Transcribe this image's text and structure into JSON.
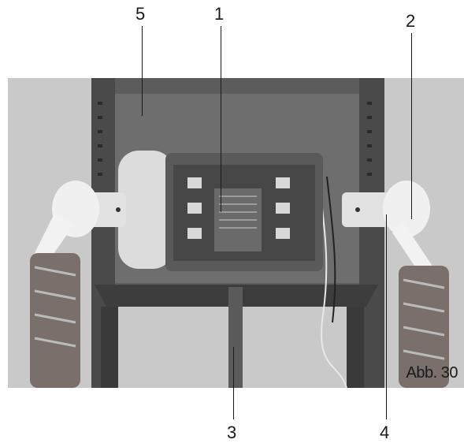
{
  "figure": {
    "caption": "Abb. 30",
    "callouts": {
      "c1": "1",
      "c2": "2",
      "c3": "3",
      "c4": "4",
      "c5": "5"
    },
    "photo_description_icon": "motor-assembly-photo"
  },
  "colors": {
    "background": "#ffffff",
    "photo_backdrop": "#c9c9c9",
    "frame_dark": "#4a4a4a",
    "ink": "#1a1a1a"
  }
}
